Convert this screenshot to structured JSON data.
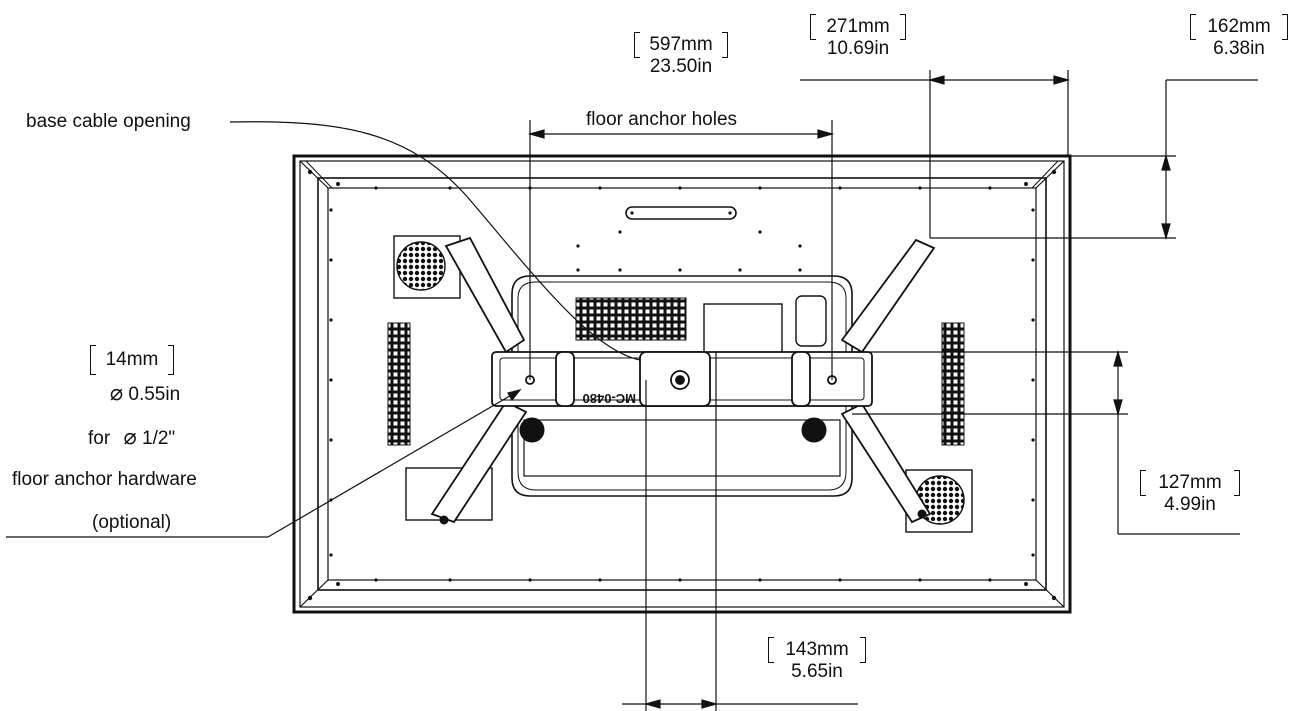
{
  "labels": {
    "base_cable_opening": "base cable opening",
    "floor_anchor_holes": "floor anchor holes",
    "dim_597_mm": "597mm",
    "dim_597_in": "23.50in",
    "dim_271_mm": "271mm",
    "dim_271_in": "10.69in",
    "dim_162_mm": "162mm",
    "dim_162_in": "6.38in",
    "dim_14_mm": "14mm",
    "dim_14_in": "0.55in",
    "for_prefix": "for",
    "for_size": "1/2\"",
    "hardware_line": "floor anchor hardware",
    "optional_line": "(optional)",
    "dim_127_mm": "127mm",
    "dim_127_in": "4.99in",
    "dim_143_mm": "143mm",
    "dim_143_in": "5.65in",
    "part_marking": "MC-0480"
  },
  "icons": {
    "diameter": "⌀"
  },
  "colors": {
    "line": "#111111",
    "background": "#ffffff"
  }
}
